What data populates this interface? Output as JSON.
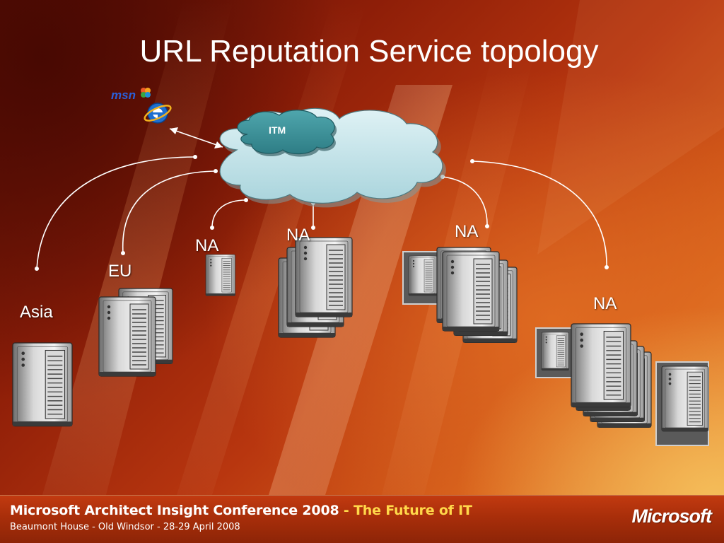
{
  "slide": {
    "title": "URL Reputation Service topology"
  },
  "diagram": {
    "cloud_label": "ITM",
    "client_logo_text": "msn",
    "client_icon": "internet-explorer-icon",
    "sites": [
      {
        "id": "asia",
        "label": "Asia",
        "icon": "server-icon"
      },
      {
        "id": "eu",
        "label": "EU",
        "icon": "server-icon"
      },
      {
        "id": "na1",
        "label": "NA",
        "icon": "server-icon"
      },
      {
        "id": "na2",
        "label": "NA",
        "icon": "server-icon"
      },
      {
        "id": "na3",
        "label": "NA",
        "icon": "server-icon"
      },
      {
        "id": "na4",
        "label": "NA",
        "icon": "server-icon"
      }
    ]
  },
  "footer": {
    "conference": "Microsoft Architect Insight Conference 2008",
    "separator": " - ",
    "tagline": "The Future of IT",
    "venue": "Beaumont House - Old Windsor - 28-29 April 2008",
    "logo": "Microsoft"
  },
  "colors": {
    "cloud_main": "#c7e6ec",
    "cloud_itm": "#3a8f97",
    "footer_highlight": "#ffd84a",
    "connector": "#ffffff"
  }
}
